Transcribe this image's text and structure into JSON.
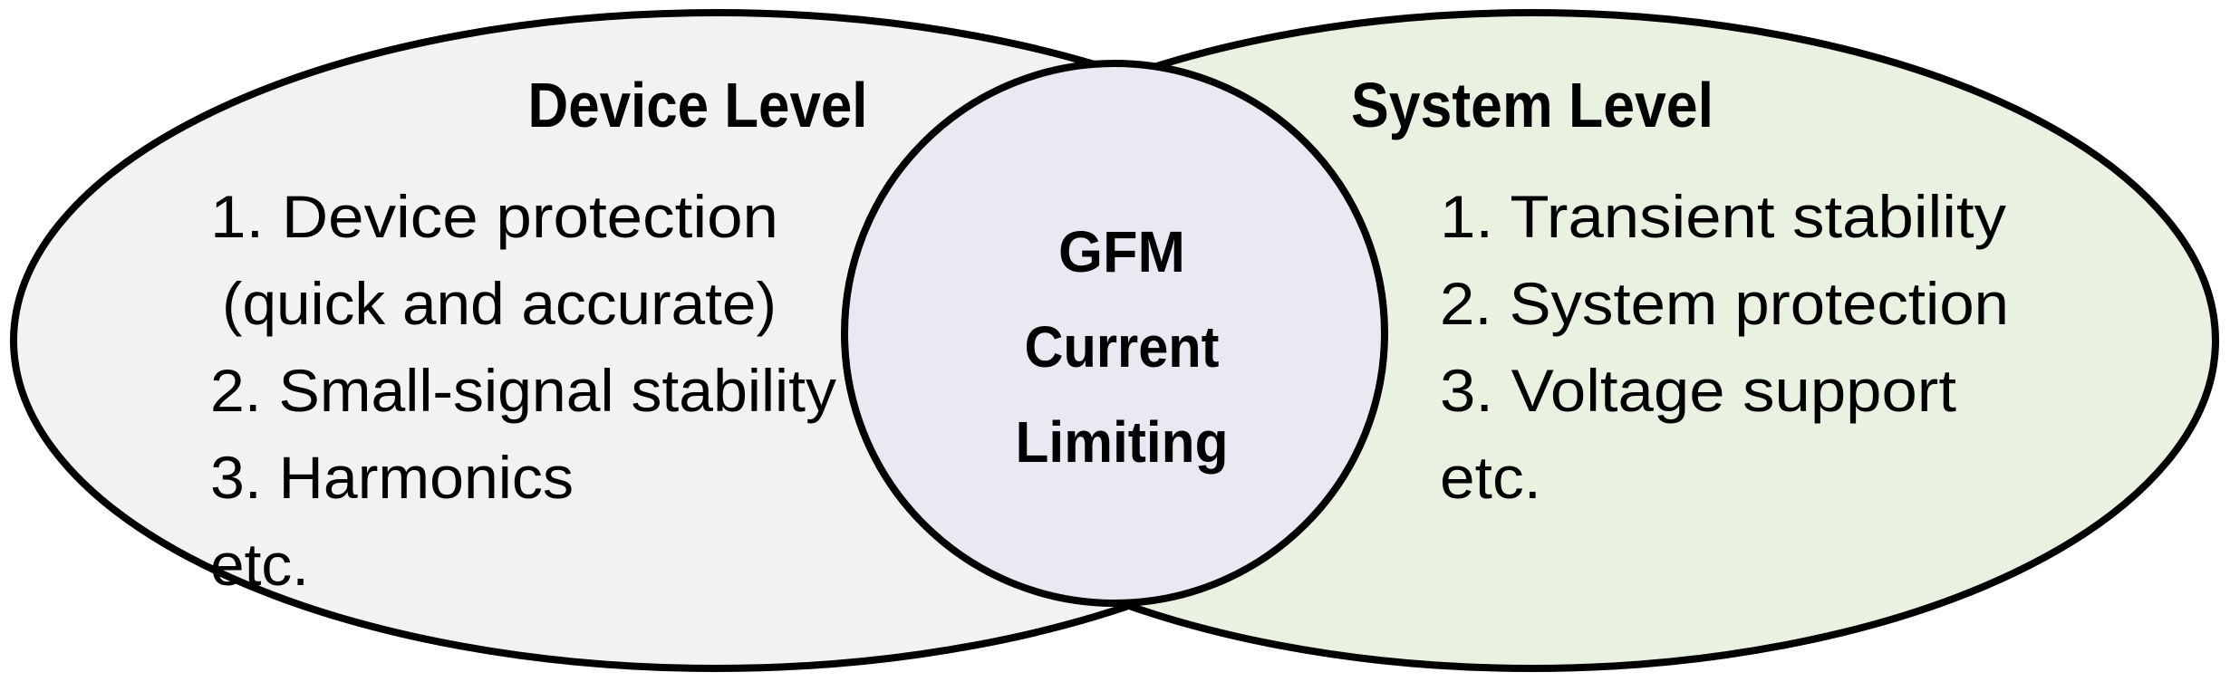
{
  "diagram": {
    "left": {
      "title": "Device Level",
      "items": [
        "1. Device protection",
        "(quick and accurate)",
        "2. Small-signal stability",
        "3. Harmonics",
        "etc."
      ]
    },
    "right": {
      "title": "System Level",
      "items": [
        "1. Transient stability",
        "2. System protection",
        "3. Voltage support",
        "etc."
      ]
    },
    "center": {
      "lines": [
        "GFM",
        "Current",
        "Limiting"
      ]
    },
    "colors": {
      "left_fill": "#F2F2F2",
      "right_fill": "#E9F1E0",
      "center_fill": "#EAE8F0",
      "outline": "#000000",
      "background": "#FFFFFF"
    }
  }
}
